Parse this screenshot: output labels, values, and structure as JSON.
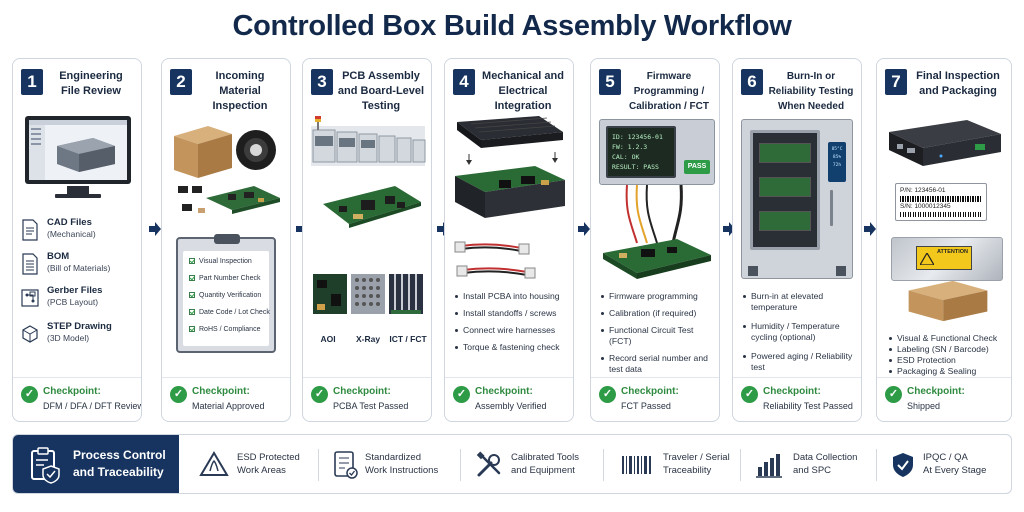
{
  "title": "Controlled Box Build Assembly Workflow",
  "steps": [
    {
      "number": "1",
      "title": "Engineering File Review",
      "files": [
        {
          "name": "CAD Files",
          "sub": "(Mechanical)",
          "icon": "document-icon"
        },
        {
          "name": "BOM",
          "sub": "(Bill of Materials)",
          "icon": "list-document-icon"
        },
        {
          "name": "Gerber Files",
          "sub": "(PCB Layout)",
          "icon": "pcb-layout-icon"
        },
        {
          "name": "STEP Drawing",
          "sub": "(3D Model)",
          "icon": "cube-3d-icon"
        }
      ],
      "checkpoint_label": "Checkpoint:",
      "checkpoint_value": "DFM / DFA / DFT Review"
    },
    {
      "number": "2",
      "title": "Incoming Material Inspection",
      "checklist": [
        "Visual Inspection",
        "Part Number Check",
        "Quantity Verification",
        "Date Code / Lot Check",
        "RoHS / Compliance"
      ],
      "checkpoint_label": "Checkpoint:",
      "checkpoint_value": "Material Approved"
    },
    {
      "number": "3",
      "title": "PCB Assembly and Board-Level Testing",
      "inspections": [
        "AOI",
        "X-Ray",
        "ICT / FCT"
      ],
      "checkpoint_label": "Checkpoint:",
      "checkpoint_value": "PCBA Test Passed"
    },
    {
      "number": "4",
      "title": "Mechanical and Electrical Integration",
      "bullets": [
        "Install PCBA into housing",
        "Install standoffs / screws",
        "Connect wire harnesses",
        "Torque & fastening check"
      ],
      "checkpoint_label": "Checkpoint:",
      "checkpoint_value": "Assembly Verified"
    },
    {
      "number": "5",
      "title": "Firmware Programming / Calibration / FCT",
      "screen": {
        "id": "ID: 123456-01",
        "fw": "FW: 1.2.3",
        "cal": "CAL: OK",
        "result": "RESULT: PASS",
        "badge": "PASS"
      },
      "bullets": [
        "Firmware programming",
        "Calibration (if required)",
        "Functional Circuit Test (FCT)",
        "Record serial number and test data"
      ],
      "checkpoint_label": "Checkpoint:",
      "checkpoint_value": "FCT Passed"
    },
    {
      "number": "6",
      "title": "Burn-In or Reliability Testing When Needed",
      "chamber_display": [
        "85°C",
        "85%",
        "72h"
      ],
      "bullets": [
        "Burn-in at elevated temperature",
        "Humidity / Temperature cycling (optional)",
        "Powered aging / Reliability test"
      ],
      "checkpoint_label": "Checkpoint:",
      "checkpoint_value": "Reliability Test Passed"
    },
    {
      "number": "7",
      "title": "Final Inspection and Packaging",
      "label_pn": "P/N: 123456-01",
      "label_sn": "S/N: 1000012345",
      "esd_bag_text": "ATTENTION",
      "bullets": [
        "Visual & Functional Check",
        "Labeling (SN / Barcode)",
        "ESD Protection",
        "Packaging & Sealing"
      ],
      "checkpoint_label": "Checkpoint:",
      "checkpoint_value": "Shipped"
    }
  ],
  "bottom": {
    "lead": "Process Control and Traceability",
    "features": [
      {
        "line1": "ESD Protected",
        "line2": "Work Areas",
        "icon": "esd-warning-icon"
      },
      {
        "line1": "Standardized",
        "line2": "Work Instructions",
        "icon": "checklist-icon"
      },
      {
        "line1": "Calibrated Tools",
        "line2": "and Equipment",
        "icon": "tools-icon"
      },
      {
        "line1": "Traveler / Serial",
        "line2": "Traceability",
        "icon": "barcode-icon"
      },
      {
        "line1": "Data Collection",
        "line2": "and SPC",
        "icon": "bar-chart-icon"
      },
      {
        "line1": "IPQC / QA",
        "line2": "At Every Stage",
        "icon": "shield-check-icon"
      }
    ]
  },
  "colors": {
    "navy": "#16345f",
    "green": "#2e9b47",
    "border": "#cfd6df"
  }
}
